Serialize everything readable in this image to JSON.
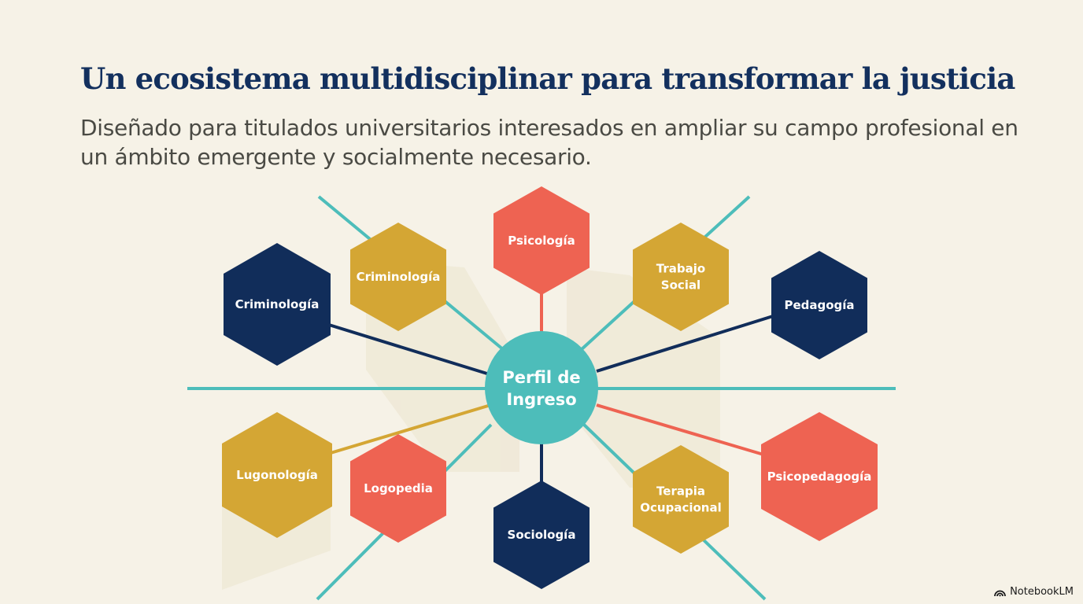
{
  "header": {
    "title": "Un ecosistema multidisciplinar para transformar la justicia",
    "subtitle": "Diseñado para titulados universitarios interesados en ampliar su campo profesional en un ámbito emergente y socialmente necesario."
  },
  "diagram": {
    "center": {
      "line1": "Perfil de",
      "line2": "Ingreso",
      "color": "#4dbdba"
    },
    "nodes": [
      {
        "id": "criminologia-navy",
        "lines": [
          "Criminología"
        ],
        "color": "#112d5a"
      },
      {
        "id": "criminologia-gold",
        "lines": [
          "Criminología"
        ],
        "color": "#d4a634"
      },
      {
        "id": "psicologia",
        "lines": [
          "Psicología"
        ],
        "color": "#ee6352"
      },
      {
        "id": "trabajo-social",
        "lines": [
          "Trabajo",
          "Social"
        ],
        "color": "#d4a634"
      },
      {
        "id": "pedagogia",
        "lines": [
          "Pedagogía"
        ],
        "color": "#112d5a"
      },
      {
        "id": "lugonologia",
        "lines": [
          "Lugonología"
        ],
        "color": "#d4a634"
      },
      {
        "id": "logopedia",
        "lines": [
          "Logopedia"
        ],
        "color": "#ee6352"
      },
      {
        "id": "sociologia",
        "lines": [
          "Sociología"
        ],
        "color": "#112d5a"
      },
      {
        "id": "terapia-ocupacional",
        "lines": [
          "Terapia",
          "Ocupacional"
        ],
        "color": "#d4a634"
      },
      {
        "id": "psicopedagogia",
        "lines": [
          "Psicopedagogía"
        ],
        "color": "#ee6352"
      }
    ]
  },
  "footer": {
    "brand": "NotebookLM"
  }
}
